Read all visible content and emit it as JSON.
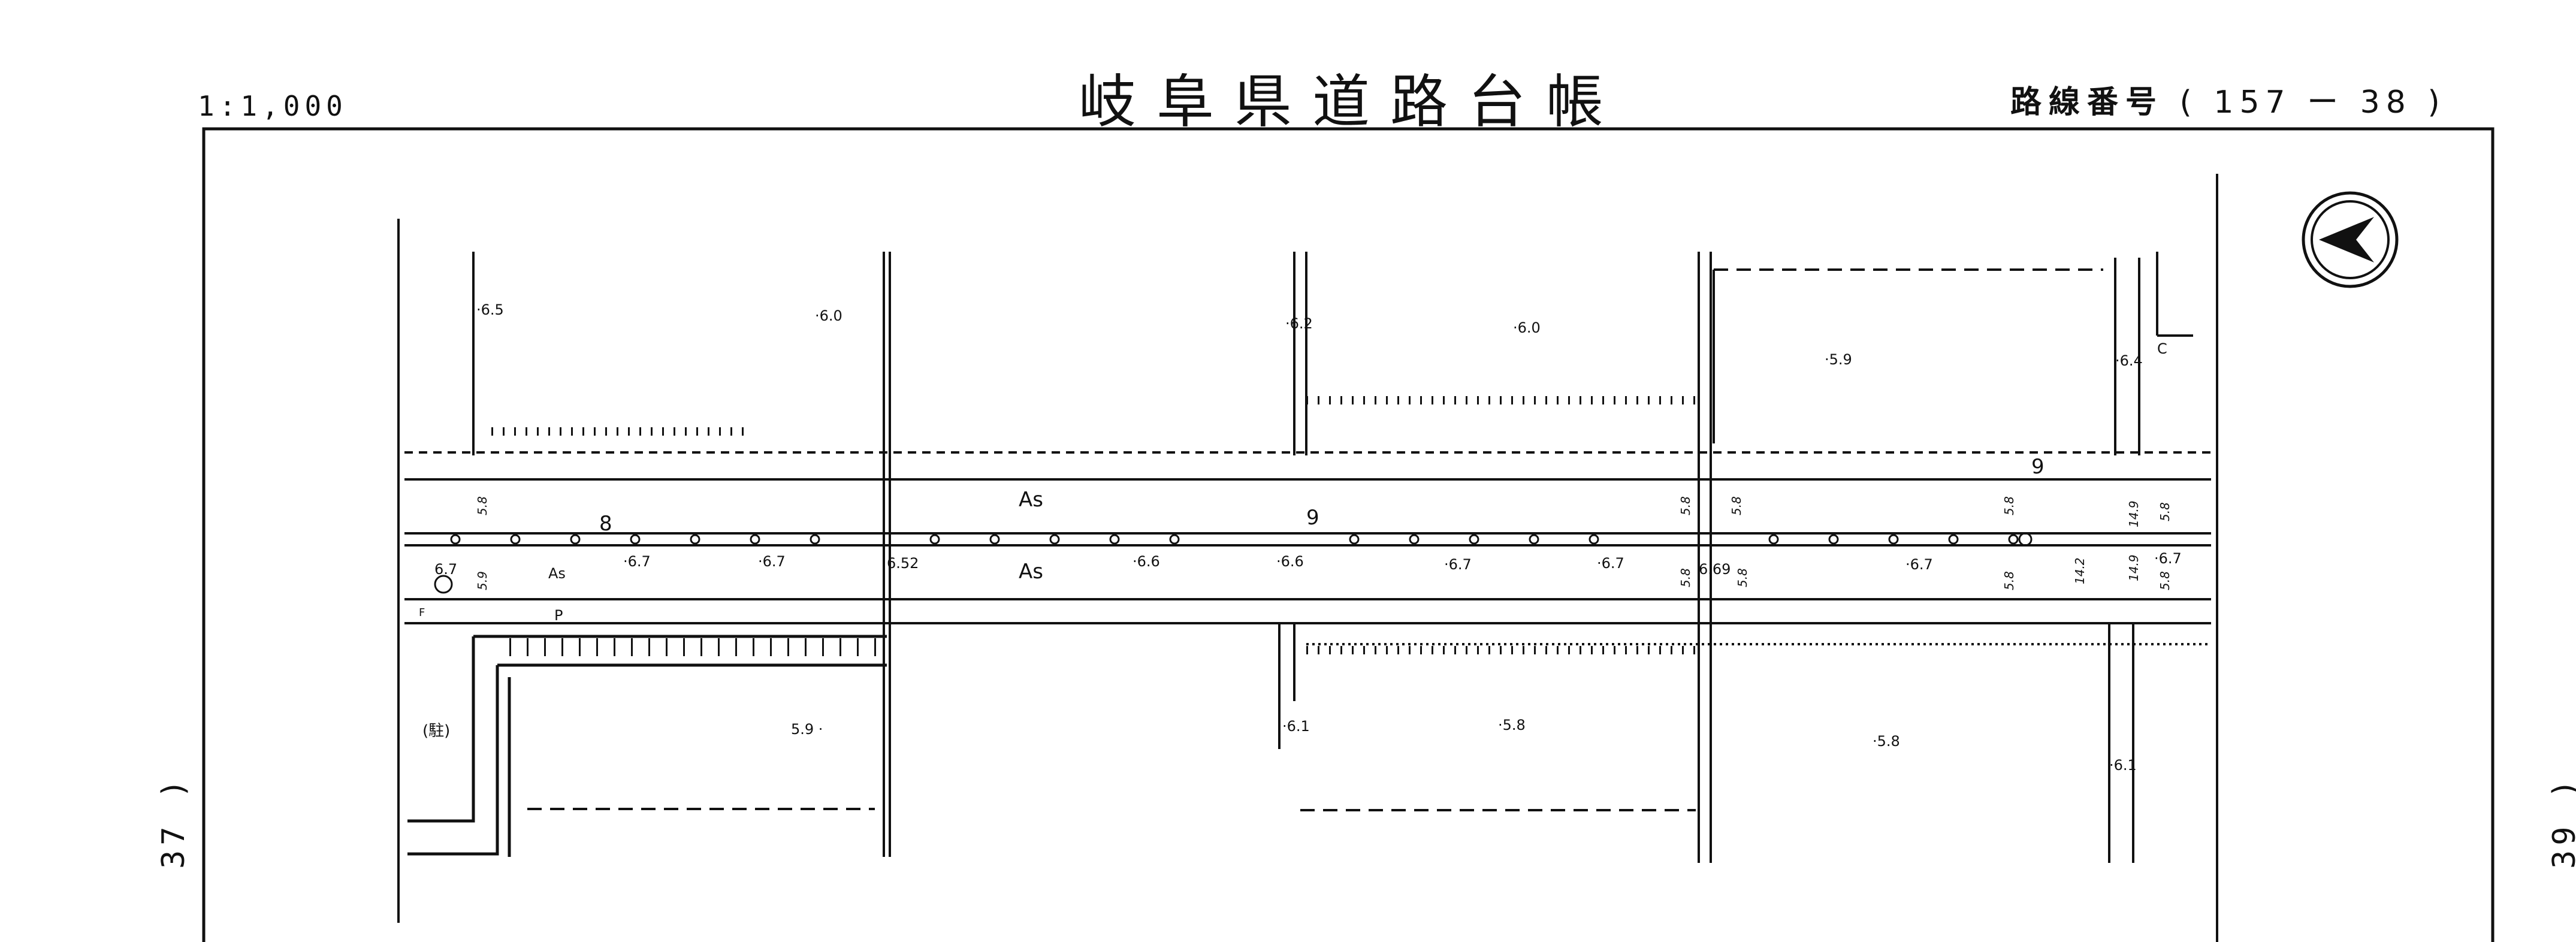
{
  "header": {
    "scale": "1:1,000",
    "title": "岐阜県道路台帳",
    "route_label": "路線番号",
    "route_value": "( 157 ー 38 )"
  },
  "side_refs": {
    "left": "37 )",
    "right": "39 )"
  },
  "map_labels": {
    "station_8": "8",
    "station_9_center": "9",
    "station_9_right": "9",
    "pavement_as_1": "As",
    "pavement_as_2": "As",
    "pavement_as_small": "As",
    "parking": "(駐)",
    "p_mark": "P",
    "f_mark": "F",
    "c_mark": "C"
  },
  "elevations": {
    "e1": "·6.5",
    "e2": "·6.0",
    "e3": "·6.2",
    "e4": "·6.0",
    "e5": "·5.9",
    "e6": "·6.4",
    "e7": "6.7",
    "e8": "·6.7",
    "e9": "·6.7",
    "e10": "6.52",
    "e11": "·6.6",
    "e12": "·6.6",
    "e13": "·6.7",
    "e14": "·6.7",
    "e15": "6.69",
    "e16": "·6.7",
    "e17": "·6.7",
    "e18": "5.9 ·",
    "e19": "·6.1",
    "e20": "·5.8",
    "e21": "·5.8",
    "e22": "·6.1"
  },
  "widths": {
    "w1": "5.8",
    "w2": "5.9",
    "w3": "5.8",
    "w4": "5.8",
    "w5": "5.8",
    "w6": "5.8",
    "w7": "5.8",
    "w8": "5.8",
    "w9": "14.9",
    "w10": "14.9",
    "w11": "14.2",
    "w12": "5.8",
    "w13": "5.8"
  },
  "colors": {
    "ink": "#111111",
    "paper": "#ffffff"
  },
  "icons": {
    "north_arrow": "north-arrow-icon"
  }
}
